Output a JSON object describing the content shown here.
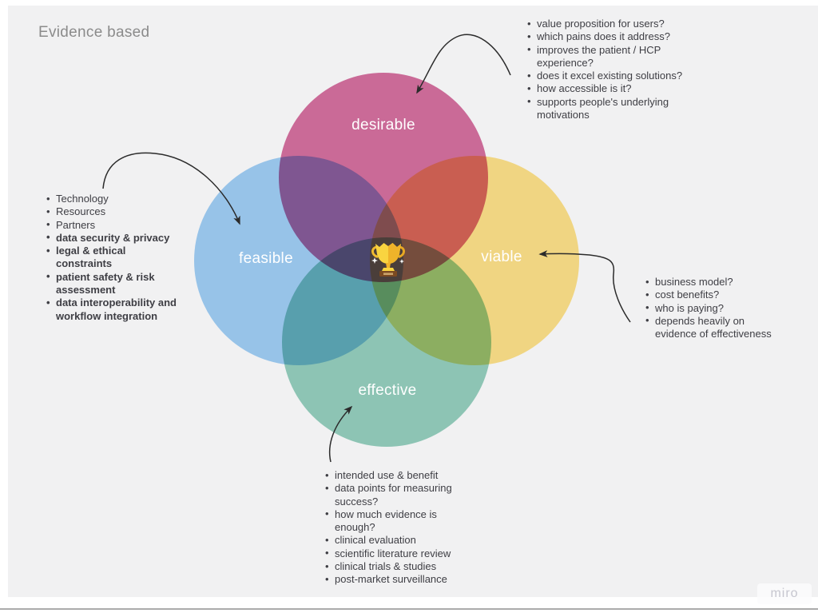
{
  "canvas": {
    "title": "Evidence based",
    "background": "#f1f1f2",
    "watermark": "miro"
  },
  "venn": {
    "circles": [
      {
        "id": "desirable",
        "label": "desirable",
        "color": "#d6709f"
      },
      {
        "id": "feasible",
        "label": "feasible",
        "color": "#a0cff5"
      },
      {
        "id": "viable",
        "label": "viable",
        "color": "#fee289"
      },
      {
        "id": "effective",
        "label": "effective",
        "color": "#95d0be"
      }
    ],
    "center_icon": {
      "name": "trophy-icon",
      "gold": "#f9d440",
      "gold_dark": "#efb32a",
      "base_brown": "#7c4a21",
      "band_tan": "#caa36b",
      "sparkle": "#ffffff"
    },
    "arrow_color": "#2b2b2b"
  },
  "notes": {
    "desirable": {
      "items": [
        "value proposition for users?",
        "which pains does it address?",
        "improves the patient / HCP\nexperience?",
        "does it excel existing solutions?",
        "how accessible is it?",
        "supports people's underlying\nmotivations"
      ]
    },
    "feasible": {
      "items": [
        {
          "text": "Technology",
          "bold": false
        },
        {
          "text": "Resources",
          "bold": false
        },
        {
          "text": "Partners",
          "bold": false
        },
        {
          "text": "data security & privacy",
          "bold": true
        },
        {
          "text": "legal & ethical\nconstraints",
          "bold": true
        },
        {
          "text": "patient safety & risk\nassessment",
          "bold": true
        },
        {
          "text": "data interoperability and\nworkflow integration",
          "bold": true
        }
      ]
    },
    "viable": {
      "items": [
        "business model?",
        "cost benefits?",
        "who is paying?",
        "depends heavily on\nevidence of effectiveness"
      ]
    },
    "effective": {
      "items": [
        "intended use & benefit",
        "data points for measuring\nsuccess?",
        "how much evidence is\nenough?",
        "clinical evaluation",
        "scientific literature review",
        "clinical trials & studies",
        "post-market surveillance"
      ]
    }
  }
}
